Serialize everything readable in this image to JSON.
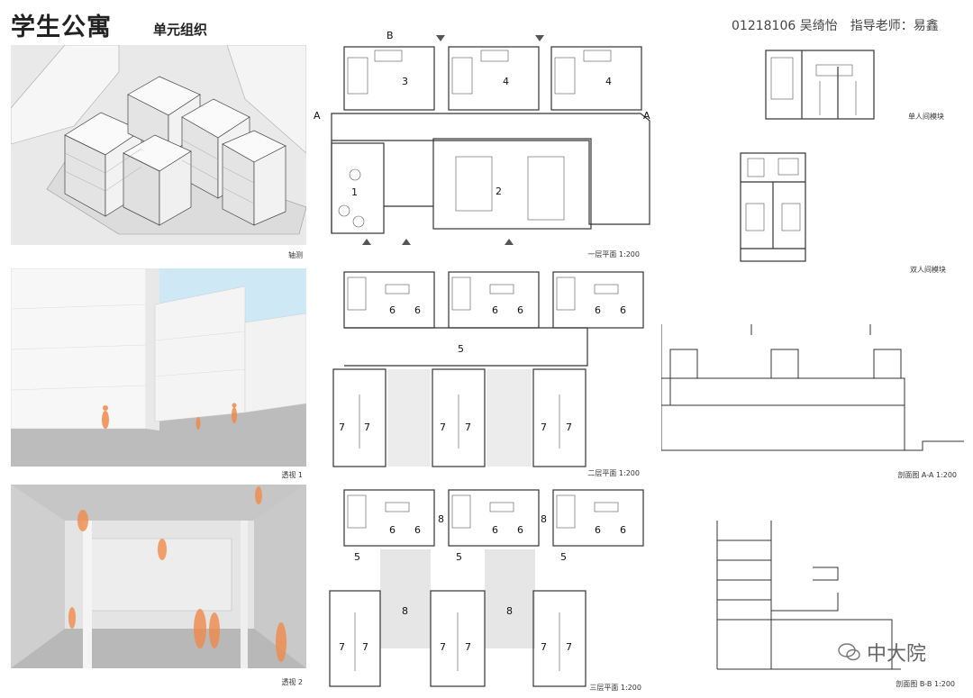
{
  "header": {
    "title": "学生公寓",
    "subtitle": "单元组织",
    "author": "01218106 吴绮怡　指导老师：易鑫"
  },
  "captions": {
    "axonometric": "轴测",
    "perspective1": "透视 1",
    "perspective2": "透视 2",
    "floor1": "一层平面 1:200",
    "floor2": "二层平面 1:200",
    "floor3": "三层平面 1:200",
    "single_module": "单人间模块",
    "double_module": "双人间模块",
    "section_aa": "剖面图 A-A  1:200",
    "section_bb": "剖面图 B-B  1:200"
  },
  "plan1_labels": [
    "3",
    "4",
    "4",
    "1",
    "2"
  ],
  "plan1_marks": {
    "b": "B",
    "a": "A"
  },
  "plan2_labels": [
    "6",
    "6",
    "6",
    "6",
    "6",
    "6",
    "5",
    "7",
    "7",
    "7",
    "7",
    "7",
    "7"
  ],
  "plan3_labels": [
    "6",
    "6",
    "6",
    "6",
    "6",
    "6",
    "8",
    "8",
    "5",
    "5",
    "5",
    "8",
    "8",
    "7",
    "7",
    "7",
    "7",
    "7",
    "7"
  ],
  "watermark": "中大院",
  "colors": {
    "figure": "#f08a4b",
    "line": "#333333",
    "sky": "#cfe8f6"
  }
}
